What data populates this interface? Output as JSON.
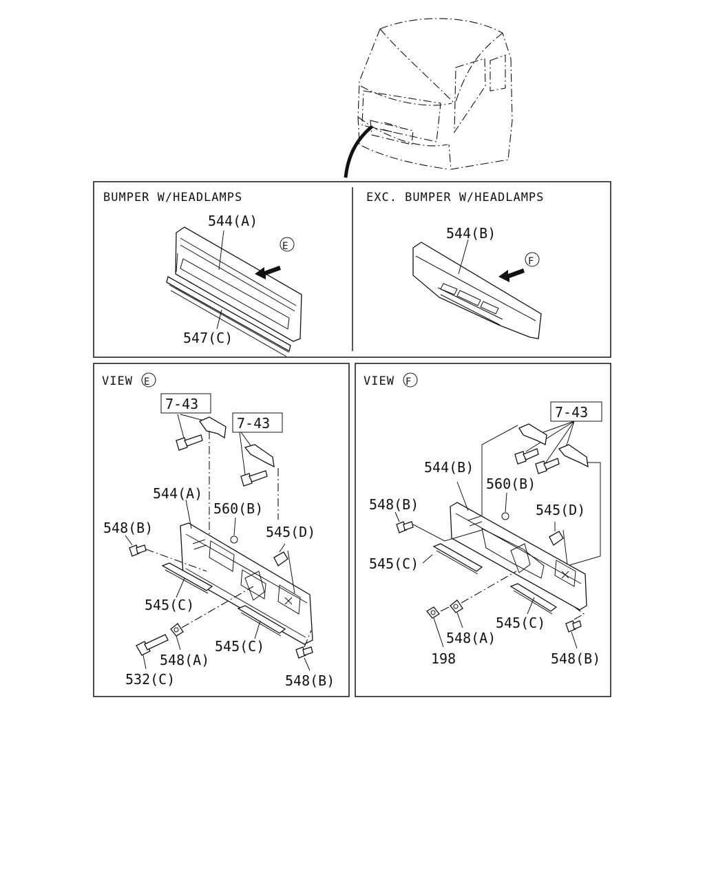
{
  "panels": {
    "top_left": {
      "header": "BUMPER W/HEADLAMPS",
      "labels": {
        "grille": "544(A)",
        "view_marker": "E",
        "strip": "547(C)"
      }
    },
    "top_right": {
      "header": "EXC. BUMPER W/HEADLAMPS",
      "labels": {
        "grille": "544(B)",
        "view_marker": "F"
      }
    },
    "bottom_left": {
      "header": "VIEW",
      "view_marker": "E",
      "labels": {
        "ref1": "7-43",
        "ref2": "7-43",
        "grille": "544(A)",
        "clip": "560(B)",
        "bracket": "545(D)",
        "bolt_left": "548(B)",
        "strip_left": "545(C)",
        "strip_right": "545(C)",
        "clip_a": "548(A)",
        "bolt_c": "532(C)",
        "bolt_right": "548(B)"
      }
    },
    "bottom_right": {
      "header": "VIEW",
      "view_marker": "F",
      "labels": {
        "ref": "7-43",
        "grille": "544(B)",
        "clip": "560(B)",
        "bracket": "545(D)",
        "bolt_left": "548(B)",
        "strip_left": "545(C)",
        "strip_right": "545(C)",
        "nut": "198",
        "clip_a": "548(A)",
        "bolt_right": "548(B)"
      }
    }
  }
}
